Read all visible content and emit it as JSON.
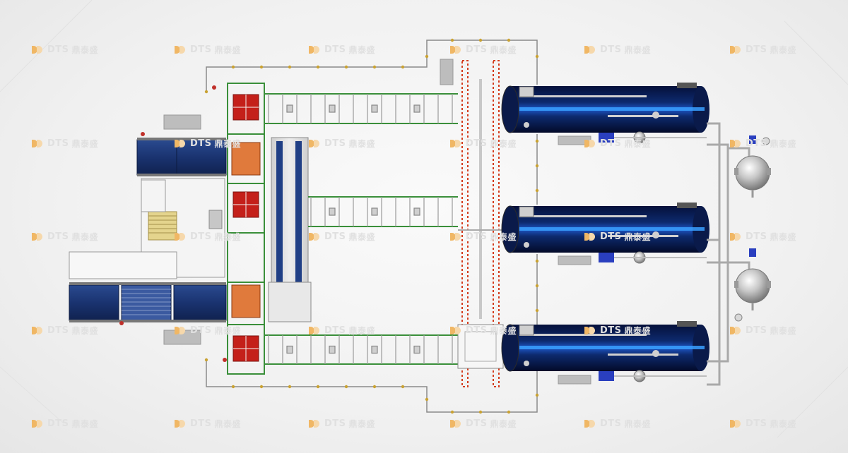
{
  "watermark": {
    "brand": "DTS",
    "chinese": "鼎泰盛"
  },
  "colors": {
    "frame_green": "#3a8f3a",
    "conveyor_blue": "#1f3c7a",
    "tank_navy": "#0a1a4a",
    "highlight_blue": "#2f8bff",
    "pipe_gray": "#a9a9a9",
    "rail_red": "#d43b1c",
    "cart_red": "#c4201a",
    "sphere_silver": "#c8c8c8",
    "pump_blue": "#2a3fbf"
  },
  "diagram": {
    "conveyor_lanes": 4,
    "retorts": 3,
    "storage_spheres": 2,
    "transfer_rails": 2
  }
}
